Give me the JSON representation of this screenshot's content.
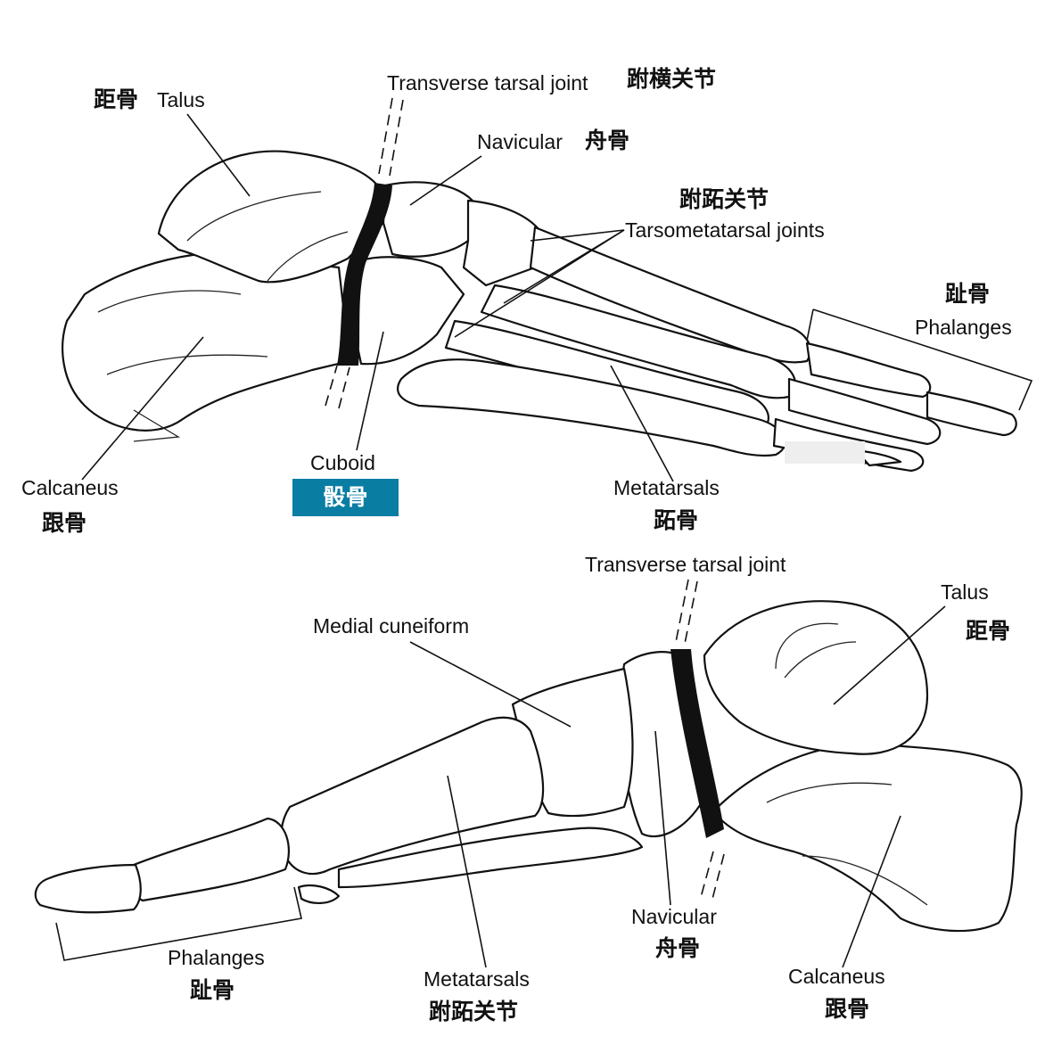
{
  "top_view": {
    "talus": {
      "zh": "距骨",
      "en": "Talus"
    },
    "transverse_tarsal_joint": {
      "en": "Transverse tarsal joint",
      "zh": "跗横关节"
    },
    "navicular": {
      "en": "Navicular",
      "zh": "舟骨"
    },
    "tarsometatarsal_joints": {
      "zh": "跗跖关节",
      "en": "Tarsometatarsal joints"
    },
    "phalanges": {
      "zh": "趾骨",
      "en": "Phalanges"
    },
    "calcaneus": {
      "en": "Calcaneus",
      "zh": "跟骨"
    },
    "cuboid": {
      "en": "Cuboid",
      "zh": "骰骨"
    },
    "metatarsals": {
      "en": "Metatarsals",
      "zh": "跖骨"
    }
  },
  "bottom_view": {
    "transverse_tarsal_joint": {
      "en": "Transverse tarsal joint"
    },
    "talus": {
      "en": "Talus",
      "zh": "距骨"
    },
    "medial_cuneiform": {
      "en": "Medial cuneiform"
    },
    "navicular": {
      "en": "Navicular",
      "zh": "舟骨"
    },
    "phalanges": {
      "en": "Phalanges",
      "zh": "趾骨"
    },
    "metatarsals": {
      "en": "Metatarsals",
      "zh": "跗跖关节"
    },
    "calcaneus": {
      "en": "Calcaneus",
      "zh": "跟骨"
    }
  },
  "colors": {
    "highlight": "#0a7da3",
    "ink": "#111111"
  }
}
